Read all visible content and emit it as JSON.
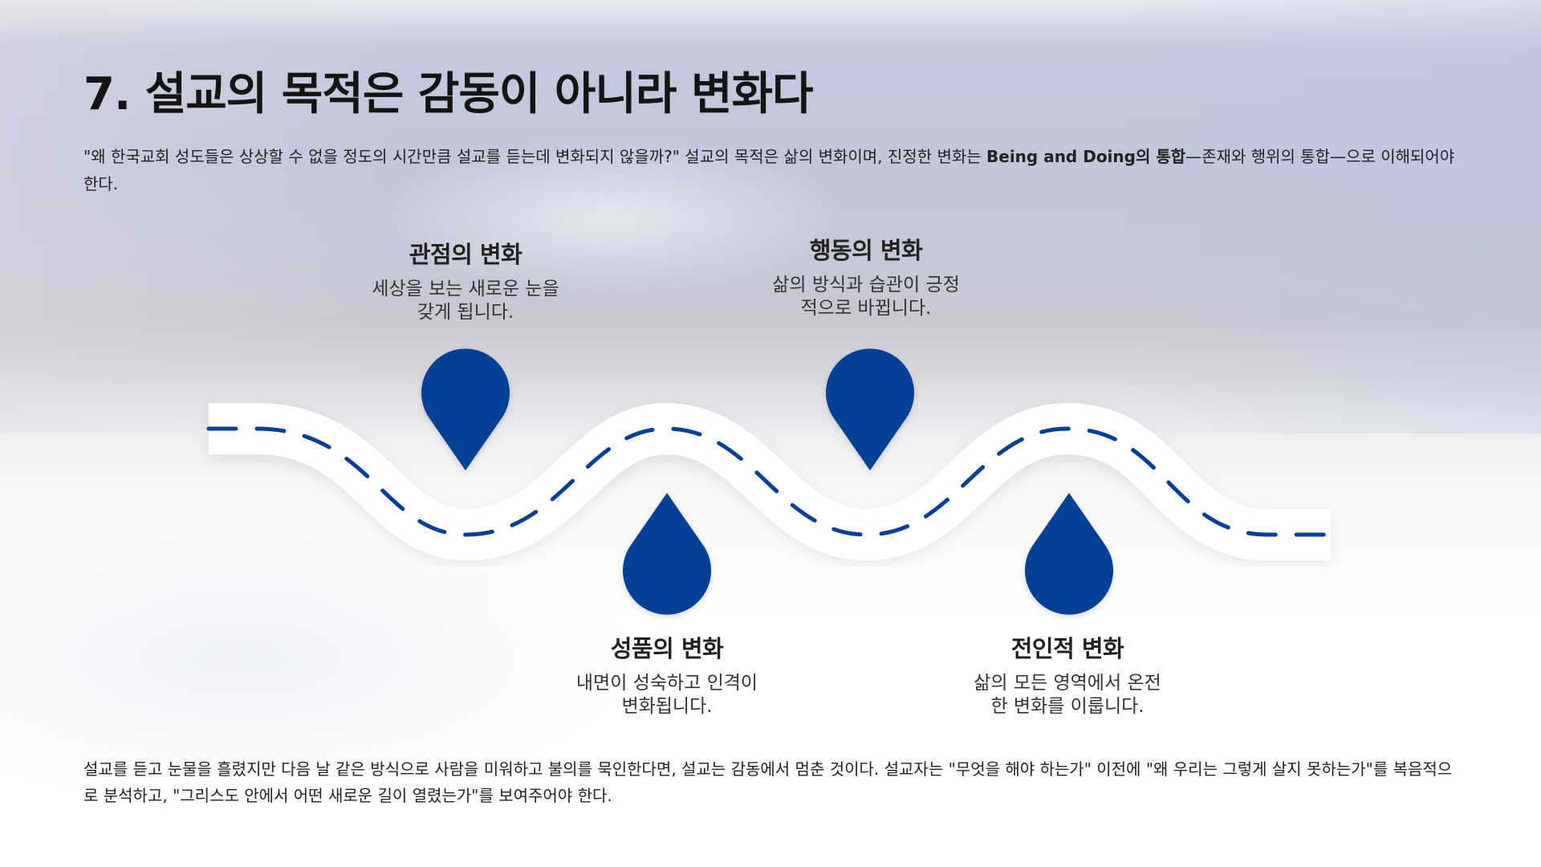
{
  "title": "7. 설교의 목적은 감동이 아니라 변화다",
  "intro": {
    "text_before": "\"왜 한국교회 성도들은 상상할 수 없을 정도의 시간만큼 설교를 듣는데 변화되지 않을까?\" 설교의 목적은 삶의 변화이며, 진정한 변화는 ",
    "bold": "Being and Doing의 통합",
    "text_after": "—존재와 행위의 통합—으로 이해되어야 한다."
  },
  "stages": [
    {
      "title": "관점의 변화",
      "desc_line1": "세상을 보는 새로운 눈을",
      "desc_line2": "갖게 됩니다."
    },
    {
      "title": "성품의 변화",
      "desc_line1": "내면이 성숙하고 인격이",
      "desc_line2": "변화됩니다."
    },
    {
      "title": "행동의 변화",
      "desc_line1": "삶의 방식과 습관이 긍정",
      "desc_line2": "적으로 바뀝니다."
    },
    {
      "title": "전인적 변화",
      "desc_line1": "삶의 모든 영역에서 온전",
      "desc_line2": "한 변화를 이룹니다."
    }
  ],
  "colors": {
    "pin": "#003f97",
    "road": "#ffffff",
    "road_dash": "#003f97"
  },
  "outro": "설교를 듣고 눈물을 흘렸지만 다음 날 같은 방식으로 사람을 미워하고 불의를 묵인한다면, 설교는 감동에서 멈춘 것이다. 설교자는 \"무엇을 해야 하는가\" 이전에 \"왜 우리는 그렇게 살지 못하는가\"를 복음적으로 분석하고, \"그리스도 안에서 어떤 새로운 길이 열렸는가\"를 보여주어야 한다."
}
